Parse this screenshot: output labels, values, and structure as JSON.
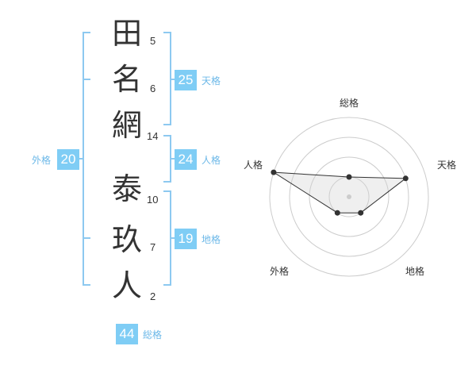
{
  "name": {
    "characters": [
      {
        "char": "田",
        "strokes": "5"
      },
      {
        "char": "名",
        "strokes": "6"
      },
      {
        "char": "網",
        "strokes": "14"
      },
      {
        "char": "泰",
        "strokes": "10"
      },
      {
        "char": "玖",
        "strokes": "7"
      },
      {
        "char": "人",
        "strokes": "2"
      }
    ]
  },
  "scores": {
    "tenkaku": {
      "value": "25",
      "label": "天格"
    },
    "jinkaku": {
      "value": "24",
      "label": "人格"
    },
    "chikaku": {
      "value": "19",
      "label": "地格"
    },
    "gaikaku": {
      "value": "20",
      "label": "外格"
    },
    "soukaku": {
      "value": "44",
      "label": "総格"
    }
  },
  "colors": {
    "accent": "#7fcdf5",
    "bracket": "#8dc9f0",
    "label": "#6cb8e8",
    "text": "#333333"
  },
  "chart_data": {
    "type": "radar",
    "axes": [
      "総格",
      "天格",
      "地格",
      "外格",
      "人格"
    ],
    "levels": 4,
    "max": 4,
    "values": [
      1,
      3,
      1,
      1,
      4
    ]
  }
}
